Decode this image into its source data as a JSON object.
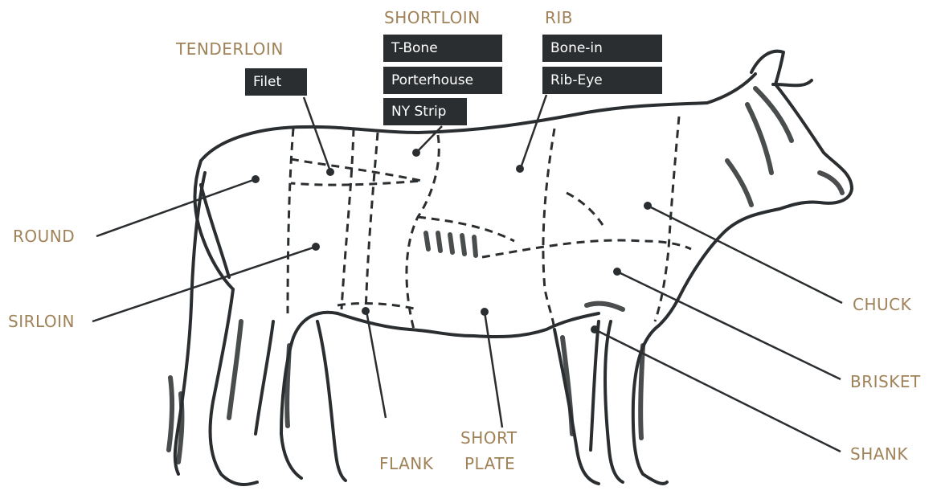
{
  "sections": {
    "tenderloin": {
      "title": "TENDERLOIN",
      "cuts": [
        "Filet"
      ]
    },
    "shortloin": {
      "title": "SHORTLOIN",
      "cuts": [
        "T-Bone",
        "Porterhouse",
        "NY Strip"
      ]
    },
    "rib": {
      "title": "RIB",
      "cuts": [
        "Bone-in",
        "Rib-Eye"
      ]
    },
    "round": {
      "title": "ROUND"
    },
    "sirloin": {
      "title": "SIRLOIN"
    },
    "flank": {
      "title": "FLANK"
    },
    "short_plate": {
      "title_line1": "SHORT",
      "title_line2": "PLATE"
    },
    "chuck": {
      "title": "CHUCK"
    },
    "brisket": {
      "title": "BRISKET"
    },
    "shank": {
      "title": "SHANK"
    }
  },
  "colors": {
    "label": "#a08258",
    "cut_box": "#2b2e30",
    "ink": "#2b2e30"
  }
}
